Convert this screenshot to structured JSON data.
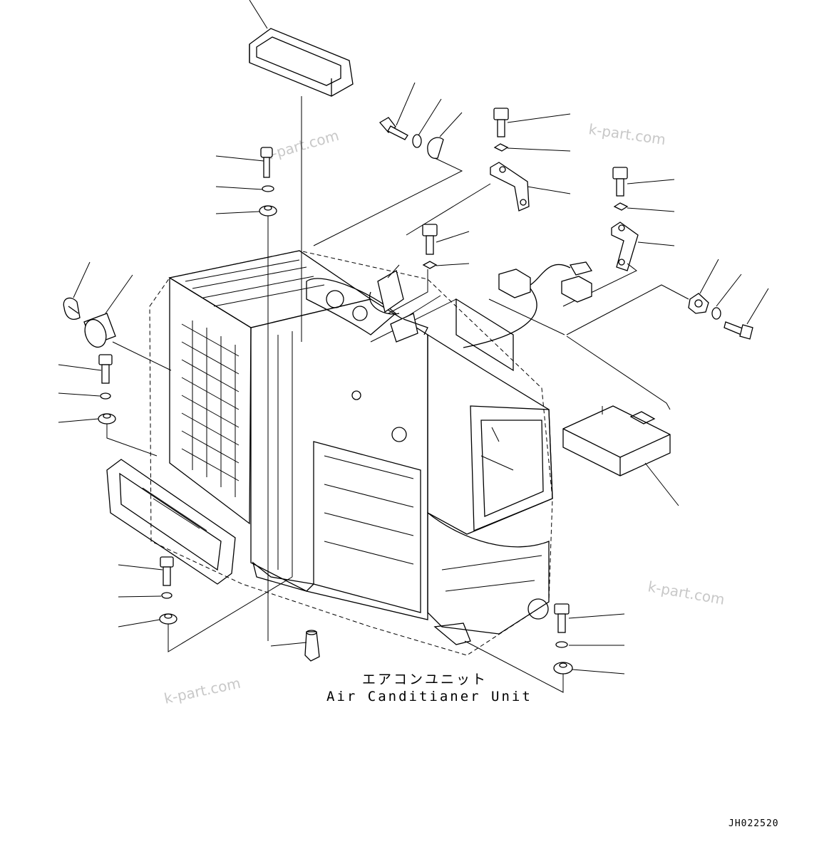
{
  "unit_label_jp": "エアコンユニット",
  "unit_label_en": "Air Canditianer Unit",
  "drawing_code": "JH022520",
  "watermark": "k-part.com"
}
